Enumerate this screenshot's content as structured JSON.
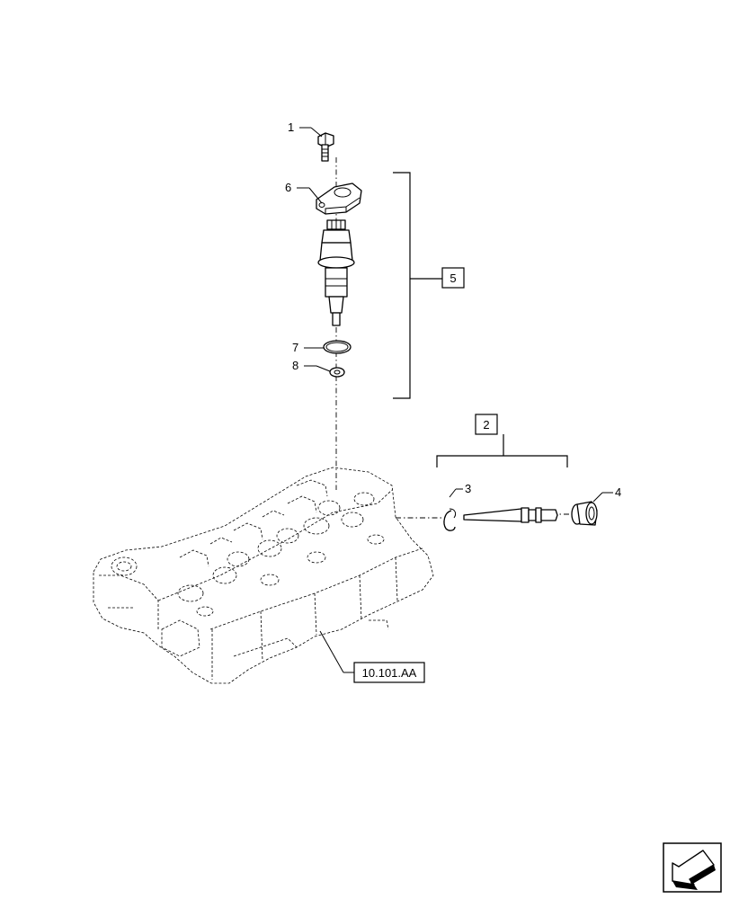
{
  "callouts": {
    "c1": "1",
    "c2": "2",
    "c3": "3",
    "c4": "4",
    "c5": "5",
    "c6": "6",
    "c7": "7",
    "c8": "8"
  },
  "reference": {
    "label": "10.101.AA"
  },
  "nav": {
    "icon": "next-page-arrow-icon"
  }
}
